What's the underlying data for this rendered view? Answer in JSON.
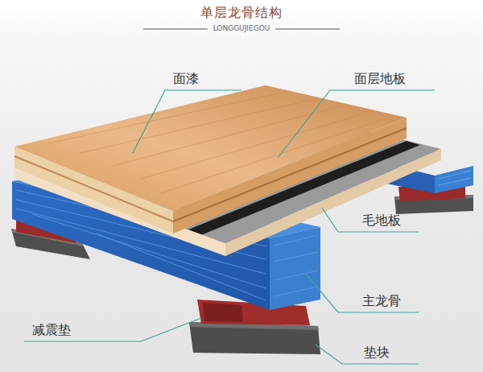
{
  "diagram": {
    "title": "单层龙骨结构",
    "labels": [
      "LONGGUJIEGOU",
      "面漆",
      "面层地板",
      "毛地板",
      "主龙骨",
      "减震垫",
      "垫块"
    ]
  }
}
